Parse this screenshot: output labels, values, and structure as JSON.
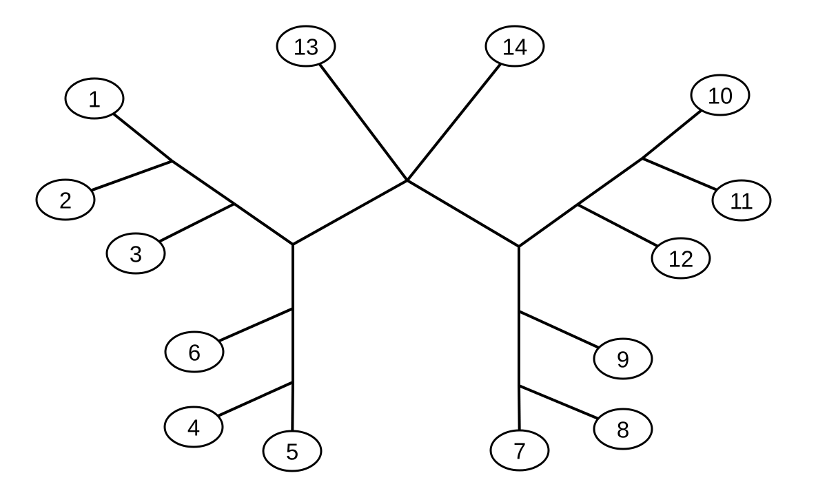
{
  "diagram": {
    "type": "unrooted-tree",
    "line_color": "#000000",
    "background": "#ffffff",
    "nodes": [
      {
        "id": "n1",
        "label": "1"
      },
      {
        "id": "n2",
        "label": "2"
      },
      {
        "id": "n3",
        "label": "3"
      },
      {
        "id": "n4",
        "label": "4"
      },
      {
        "id": "n5",
        "label": "5"
      },
      {
        "id": "n6",
        "label": "6"
      },
      {
        "id": "n7",
        "label": "7"
      },
      {
        "id": "n8",
        "label": "8"
      },
      {
        "id": "n9",
        "label": "9"
      },
      {
        "id": "n10",
        "label": "10"
      },
      {
        "id": "n11",
        "label": "11"
      },
      {
        "id": "n12",
        "label": "12"
      },
      {
        "id": "n13",
        "label": "13"
      },
      {
        "id": "n14",
        "label": "14"
      }
    ],
    "edges": [
      [
        "center",
        "hubL"
      ],
      [
        "center",
        "hubR"
      ],
      [
        "center",
        "n13"
      ],
      [
        "center",
        "n14"
      ],
      [
        "hubL",
        "jA"
      ],
      [
        "jA",
        "jB"
      ],
      [
        "jB",
        "n1"
      ],
      [
        "jB",
        "n2"
      ],
      [
        "jA",
        "n3"
      ],
      [
        "hubL",
        "jC"
      ],
      [
        "jC",
        "jD"
      ],
      [
        "jC",
        "n6"
      ],
      [
        "jD",
        "n4"
      ],
      [
        "jD",
        "n5"
      ],
      [
        "hubR",
        "jE"
      ],
      [
        "jE",
        "jF"
      ],
      [
        "jF",
        "n10"
      ],
      [
        "jF",
        "n11"
      ],
      [
        "jE",
        "n12"
      ],
      [
        "hubR",
        "jG"
      ],
      [
        "jG",
        "jH"
      ],
      [
        "jG",
        "n9"
      ],
      [
        "jH",
        "n8"
      ],
      [
        "jH",
        "n7"
      ]
    ]
  }
}
